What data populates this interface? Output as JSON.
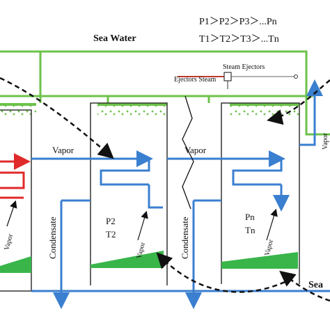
{
  "header": {
    "pressure_order": "P1＞P2＞P3＞...Pn",
    "temperature_order": "T1＞T2＞T3＞...Tn"
  },
  "labels": {
    "sea_water_top": "Sea Water",
    "steam_ejectors": "Steam Ejectors",
    "ejectors_steam": "Ejectors Steam",
    "vapor": "Vapor",
    "condensate": "Condensate",
    "sea_water_bottom": "Sea",
    "right_edge_vapor": "Vapor"
  },
  "effects": [
    {
      "id": "effect-1",
      "pressure": "",
      "temperature": ""
    },
    {
      "id": "effect-2",
      "pressure": "P2",
      "temperature": "T2"
    },
    {
      "id": "effect-n",
      "pressure": "Pn",
      "temperature": "Tn"
    }
  ],
  "colors": {
    "sea_water_line": "#6cc24a",
    "vapor_line": "#3a7fd0",
    "heating_coil_hot": "#e02a2a",
    "brine_pool": "#39b54a",
    "steam_line": "#c0392b",
    "outline": "#333333"
  }
}
